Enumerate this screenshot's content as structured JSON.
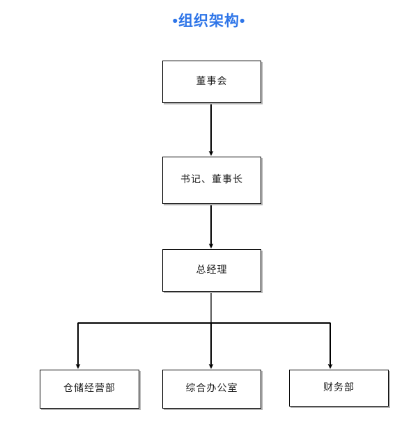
{
  "title": {
    "text": "•组织架构•",
    "color": "#2E75E8"
  },
  "colors": {
    "title_blue": "#2E75E8",
    "box_border": "#000000",
    "box_fill": "#FFFFFF",
    "box_shadow": "#B3B3B3",
    "connector": "#000000",
    "label_text": "#1A1A1A"
  },
  "nodes": {
    "board": {
      "label": "董事会"
    },
    "chairman": {
      "label": "书记、董事长"
    },
    "general_manager": {
      "label": "总经理"
    },
    "warehouse": {
      "label": "仓储经营部"
    },
    "office": {
      "label": "综合办公室"
    },
    "finance": {
      "label": "财务部"
    }
  },
  "chart_data": {
    "type": "diagram",
    "title": "•组织架构•",
    "diagram_kind": "organization-chart",
    "orientation": "top-down",
    "levels": [
      {
        "level": 1,
        "nodes": [
          "董事会"
        ]
      },
      {
        "level": 2,
        "nodes": [
          "书记、董事长"
        ]
      },
      {
        "level": 3,
        "nodes": [
          "总经理"
        ]
      },
      {
        "level": 4,
        "nodes": [
          "仓储经营部",
          "综合办公室",
          "财务部"
        ]
      }
    ],
    "edges": [
      {
        "from": "董事会",
        "to": "书记、董事长",
        "style": "arrow"
      },
      {
        "from": "书记、董事长",
        "to": "总经理",
        "style": "arrow"
      },
      {
        "from": "总经理",
        "to": "仓储经营部",
        "style": "elbow-arrow"
      },
      {
        "from": "总经理",
        "to": "综合办公室",
        "style": "elbow-arrow"
      },
      {
        "from": "总经理",
        "to": "财务部",
        "style": "elbow-arrow"
      }
    ]
  }
}
